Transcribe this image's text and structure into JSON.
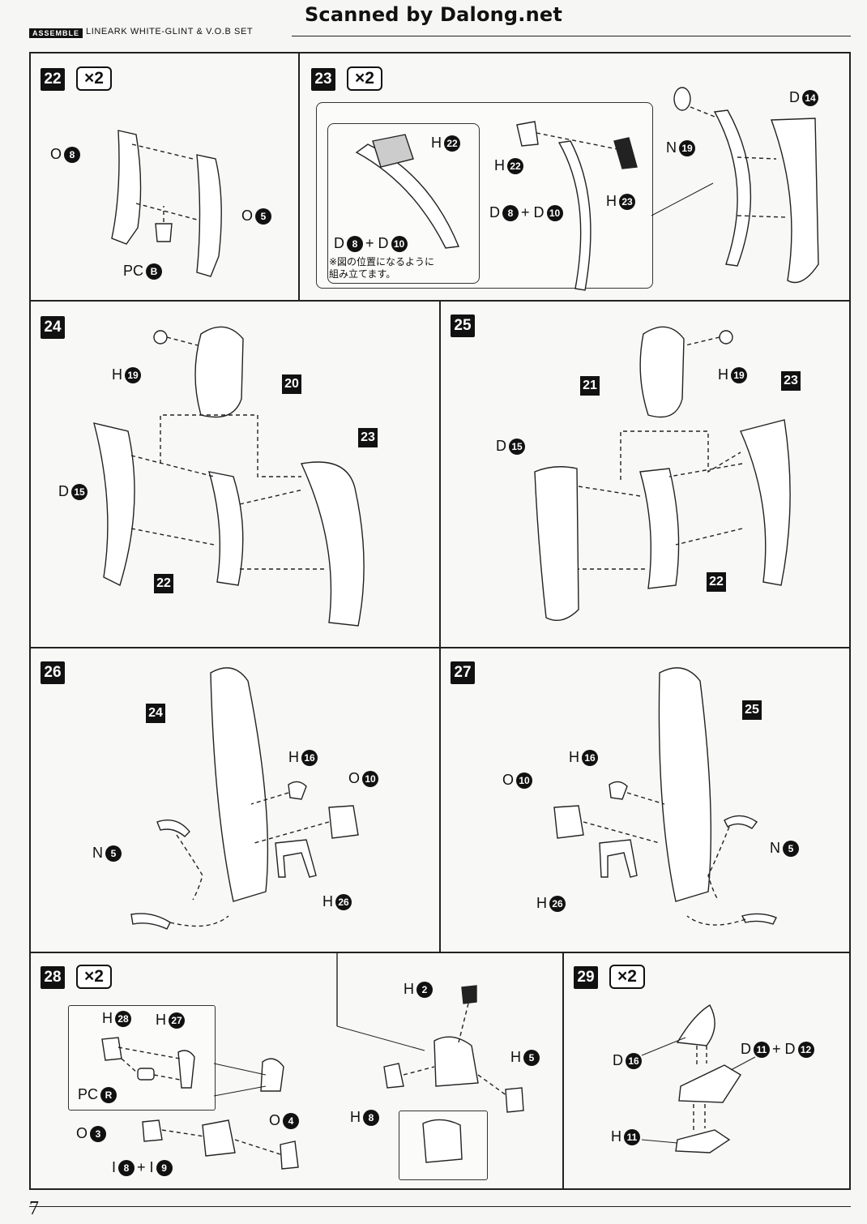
{
  "header": {
    "scan_credit": "Scanned by Dalong.net",
    "assemble_tag": "ASSEMBLE",
    "product_title": "LINEARK WHITE-GLINT & V.O.B SET"
  },
  "page_number": "7",
  "steps": {
    "s22": {
      "no": "22",
      "mult": "×2",
      "labels": {
        "o8": {
          "l": "O",
          "n": "8"
        },
        "o5": {
          "l": "O",
          "n": "5"
        },
        "pcb": {
          "l": "PC",
          "n": "B"
        }
      }
    },
    "s23": {
      "no": "23",
      "mult": "×2",
      "labels": {
        "h22a": {
          "l": "H",
          "n": "22"
        },
        "d8d10a": {
          "l": "D",
          "n": "8",
          "l2": "+ D",
          "n2": "10"
        },
        "h22b": {
          "l": "H",
          "n": "22"
        },
        "d8d10b": {
          "l": "D",
          "n": "8",
          "l2": "+ D",
          "n2": "10"
        },
        "h23": {
          "l": "H",
          "n": "23"
        },
        "n19": {
          "l": "N",
          "n": "19"
        },
        "d14": {
          "l": "D",
          "n": "14"
        }
      },
      "note_line1": "※図の位置になるように",
      "note_line2": "組み立てます。"
    },
    "s24": {
      "no": "24",
      "labels": {
        "h19": {
          "l": "H",
          "n": "19"
        },
        "d15": {
          "l": "D",
          "n": "15"
        }
      },
      "tags": {
        "t20": "20",
        "t23": "23",
        "t22": "22"
      }
    },
    "s25": {
      "no": "25",
      "labels": {
        "h19": {
          "l": "H",
          "n": "19"
        },
        "d15": {
          "l": "D",
          "n": "15"
        }
      },
      "tags": {
        "t21": "21",
        "t23": "23",
        "t22": "22"
      }
    },
    "s26": {
      "no": "26",
      "labels": {
        "h16": {
          "l": "H",
          "n": "16"
        },
        "o10": {
          "l": "O",
          "n": "10"
        },
        "n5": {
          "l": "N",
          "n": "5"
        },
        "h26": {
          "l": "H",
          "n": "26"
        }
      },
      "tags": {
        "t24": "24"
      }
    },
    "s27": {
      "no": "27",
      "labels": {
        "h16": {
          "l": "H",
          "n": "16"
        },
        "o10": {
          "l": "O",
          "n": "10"
        },
        "n5": {
          "l": "N",
          "n": "5"
        },
        "h26": {
          "l": "H",
          "n": "26"
        }
      },
      "tags": {
        "t25": "25"
      }
    },
    "s28": {
      "no": "28",
      "mult": "×2",
      "labels": {
        "h28": {
          "l": "H",
          "n": "28"
        },
        "h27": {
          "l": "H",
          "n": "27"
        },
        "pcr": {
          "l": "PC",
          "n": "R"
        },
        "o3": {
          "l": "O",
          "n": "3"
        },
        "o4": {
          "l": "O",
          "n": "4"
        },
        "i8i9": {
          "l": "I",
          "n": "8",
          "l2": "+ I",
          "n2": "9"
        },
        "h2": {
          "l": "H",
          "n": "2"
        },
        "h5": {
          "l": "H",
          "n": "5"
        },
        "h8": {
          "l": "H",
          "n": "8"
        }
      }
    },
    "s29": {
      "no": "29",
      "mult": "×2",
      "labels": {
        "d16": {
          "l": "D",
          "n": "16"
        },
        "d11d12": {
          "l": "D",
          "n": "11",
          "l2": "+ D",
          "n2": "12"
        },
        "h11": {
          "l": "H",
          "n": "11"
        }
      }
    }
  }
}
